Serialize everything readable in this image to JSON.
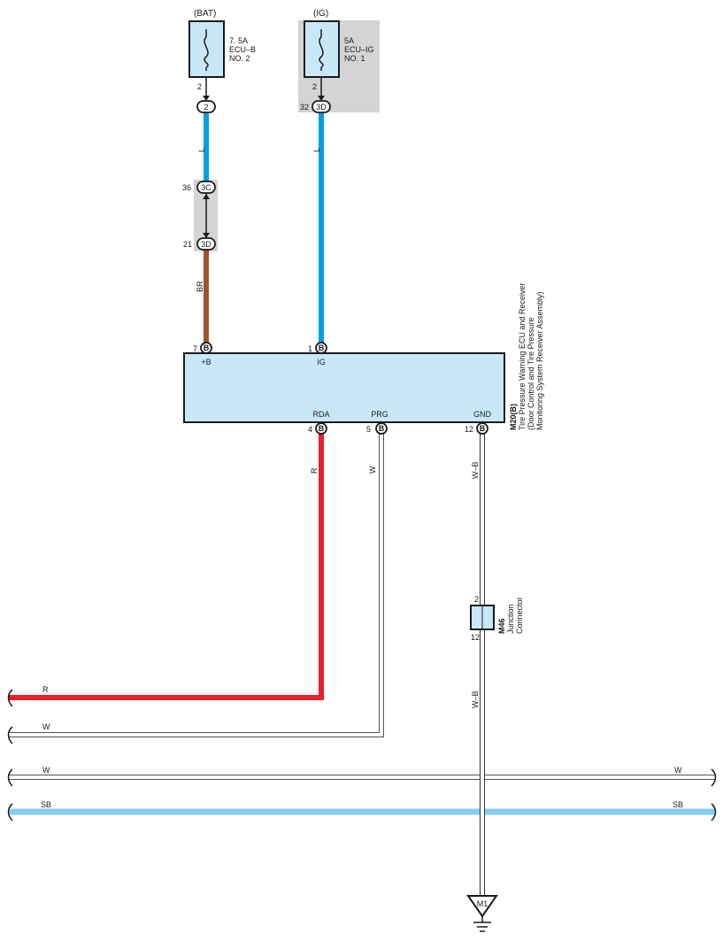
{
  "fuses": {
    "bat": {
      "supply": "(BAT)",
      "rating": "7. 5A",
      "name": "ECU–B",
      "number": "NO. 2",
      "pin": "2"
    },
    "ig": {
      "supply": "(IG)",
      "rating": "5A",
      "name": "ECU–IG",
      "number": "NO. 1",
      "pin": "2"
    }
  },
  "connectors": {
    "bat_out": {
      "id": "2",
      "pin": ""
    },
    "ig_out": {
      "id": "3D",
      "pin": "32"
    },
    "j_top": {
      "id": "3C",
      "pin": "36"
    },
    "j_bot": {
      "id": "3D",
      "pin": "21"
    }
  },
  "wires": {
    "bat_upper": "L",
    "ig": "L",
    "bat_lower": "BR",
    "rda": "R",
    "prg": "W",
    "gnd_upper": "W–B",
    "gnd_lower": "W–B",
    "bus_r": "R",
    "bus_w1": "W",
    "bus_w2_left": "W",
    "bus_w2_right": "W",
    "bus_sb_left": "SB",
    "bus_sb_right": "SB"
  },
  "ecu": {
    "code": "M20(B)",
    "title_line1": "Tire Pressure Warning ECU and Receiver",
    "title_line2": "(Door Control and Tire Pressure",
    "title_line3": "Monitoring System Receiver Assembly)",
    "terminals": {
      "plus_b": {
        "pin": "7",
        "conn": "B",
        "label": "+B"
      },
      "ig": {
        "pin": "1",
        "conn": "B",
        "label": "IG"
      },
      "rda": {
        "pin": "4",
        "conn": "B",
        "label": "RDA"
      },
      "prg": {
        "pin": "5",
        "conn": "B",
        "label": "PRG"
      },
      "gnd": {
        "pin": "12",
        "conn": "B",
        "label": "GND"
      }
    }
  },
  "junction": {
    "code": "M46",
    "name_line1": "Junction",
    "name_line2": "Connector",
    "pin_top": "2",
    "pin_bottom": "12"
  },
  "ground": {
    "code": "M1"
  },
  "colors": {
    "L": "#00a0e3",
    "BR": "#a0522d",
    "R": "#e8202a",
    "SB": "#86cdf0",
    "ecu_fill": "#c8e8f8",
    "shade": "#d4d4d6"
  }
}
